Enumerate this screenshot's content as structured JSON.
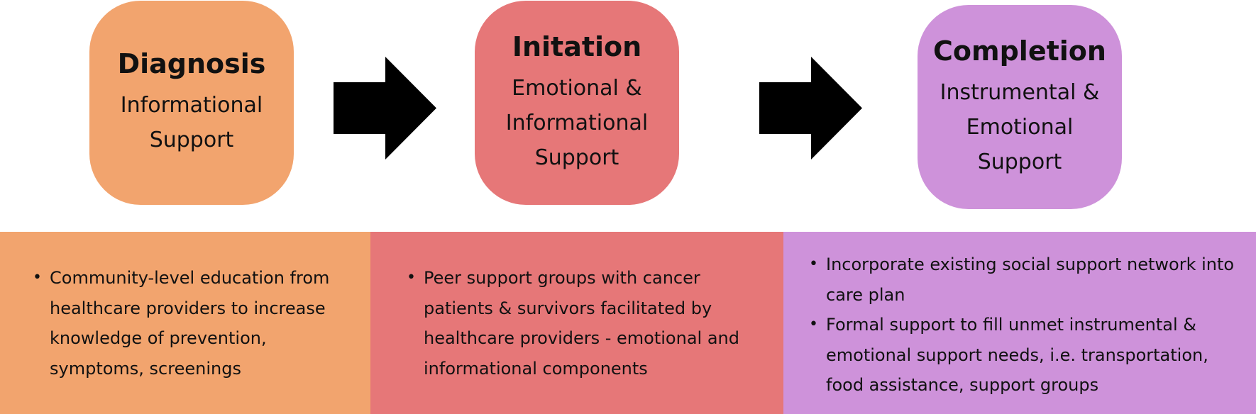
{
  "stages": [
    {
      "title": "Diagnosis",
      "subtitle": "Informational Support",
      "color": "#F2A46E"
    },
    {
      "title": "Initation",
      "subtitle": "Emotional & Informational Support",
      "color": "#E67778"
    },
    {
      "title": "Completion",
      "subtitle": "Instrumental & Emotional Support",
      "color": "#CE92DA"
    }
  ],
  "arrow_color": "#000000",
  "panels": [
    {
      "color": "#F2A46E",
      "items": [
        "Community-level education from healthcare providers to increase knowledge of prevention, symptoms, screenings"
      ]
    },
    {
      "color": "#E67778",
      "items": [
        "Peer support groups with cancer patients & survivors facilitated by healthcare providers - emotional and informational components"
      ]
    },
    {
      "color": "#CE92DA",
      "items": [
        "Incorporate existing social support network into care plan",
        "Formal support to fill unmet instrumental & emotional support needs, i.e. transportation, food assistance, support groups"
      ]
    }
  ]
}
